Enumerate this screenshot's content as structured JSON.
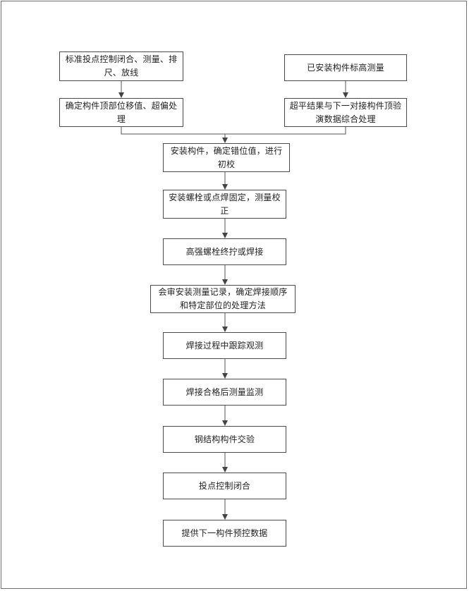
{
  "flowchart": {
    "steps": {
      "survey_control": "标准投点控制闭合、测量、排尺、放线",
      "elevation_survey": "已安装构件标高测量",
      "top_offset": "确定构件顶部位移值、超偏处理",
      "out_of_level": "超平结果与下一对接构件顶验演数据综合处理",
      "install": "安装构件，确定错位值，进行初校",
      "bolt_fix": "安装螺栓或点焊固定，测量校正",
      "hs_bolt": "高强螺栓终拧或焊接",
      "review": "会审安装测量记录，确定焊接顺序和特定部位的处理方法",
      "weld_track": "焊接过程中跟踪观测",
      "post_weld": "焊接合格后测量监测",
      "handover": "钢结构构件交验",
      "closure": "投点控制闭合",
      "next_data": "提供下一构件预控数据"
    }
  }
}
